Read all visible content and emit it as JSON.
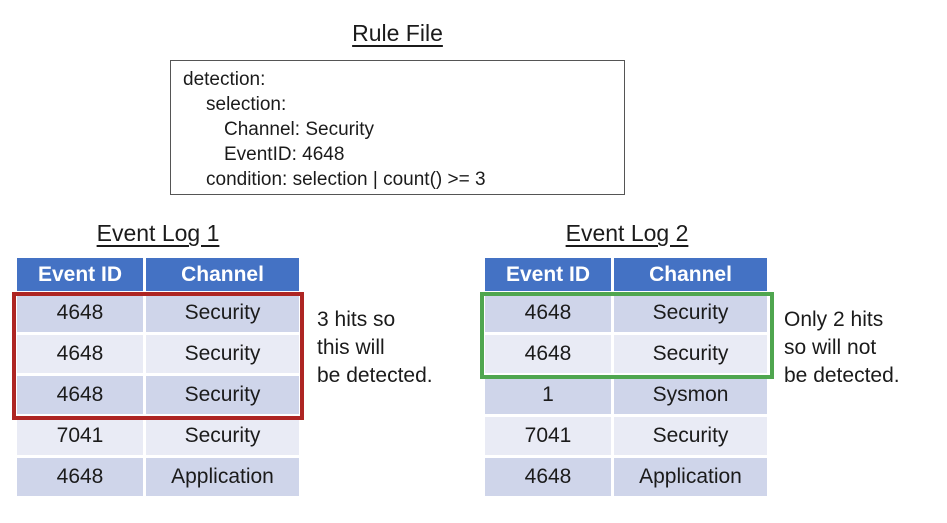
{
  "rule_file": {
    "title": "Rule File",
    "lines": [
      "detection:",
      "selection:",
      "Channel: Security",
      "EventID: 4648",
      "condition: selection | count() >= 3"
    ]
  },
  "event_log_1": {
    "title": "Event Log 1",
    "columns": [
      "Event ID",
      "Channel"
    ],
    "rows": [
      [
        "4648",
        "Security"
      ],
      [
        "4648",
        "Security"
      ],
      [
        "4648",
        "Security"
      ],
      [
        "7041",
        "Security"
      ],
      [
        "4648",
        "Application"
      ]
    ],
    "highlighted_rows": "1-3",
    "caption_lines": [
      "3 hits so",
      "this will",
      "be detected."
    ]
  },
  "event_log_2": {
    "title": "Event Log 2",
    "columns": [
      "Event ID",
      "Channel"
    ],
    "rows": [
      [
        "4648",
        "Security"
      ],
      [
        "4648",
        "Security"
      ],
      [
        "1",
        "Sysmon"
      ],
      [
        "7041",
        "Security"
      ],
      [
        "4648",
        "Application"
      ]
    ],
    "highlighted_rows": "1-2",
    "caption_lines": [
      "Only 2 hits",
      "so will not",
      "be detected."
    ]
  },
  "colors": {
    "table_header_bg": "#4472C4",
    "row_band_dark": "#CFD5EA",
    "row_band_light": "#E9EBF5",
    "highlight_red": "#AE2523",
    "highlight_green": "#4FA64F"
  }
}
